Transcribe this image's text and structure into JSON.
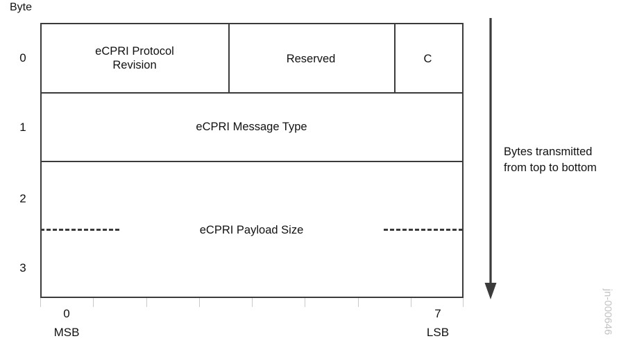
{
  "diagram": {
    "byte_caption": "Byte",
    "byte_indices": [
      "0",
      "1",
      "2",
      "3"
    ],
    "fields": {
      "protocol_revision": "eCPRI Protocol\nRevision",
      "protocol_revision_line1": "eCPRI Protocol",
      "protocol_revision_line2": "Revision",
      "reserved": "Reserved",
      "c_flag": "C",
      "message_type": "eCPRI Message Type",
      "payload_size": "eCPRI Payload Size"
    },
    "bit_axis": {
      "msb_number": "0",
      "msb_label": "MSB",
      "lsb_number": "7",
      "lsb_label": "LSB",
      "tick_count": 9
    },
    "transmission_note": {
      "line1": "Bytes transmitted",
      "line2": "from top to bottom"
    },
    "watermark": "jn-000646",
    "colors": {
      "line": "#3b3b3b",
      "text": "#111111",
      "tick": "#c9c9c9",
      "watermark": "#c3c3c3",
      "background": "#ffffff"
    }
  }
}
